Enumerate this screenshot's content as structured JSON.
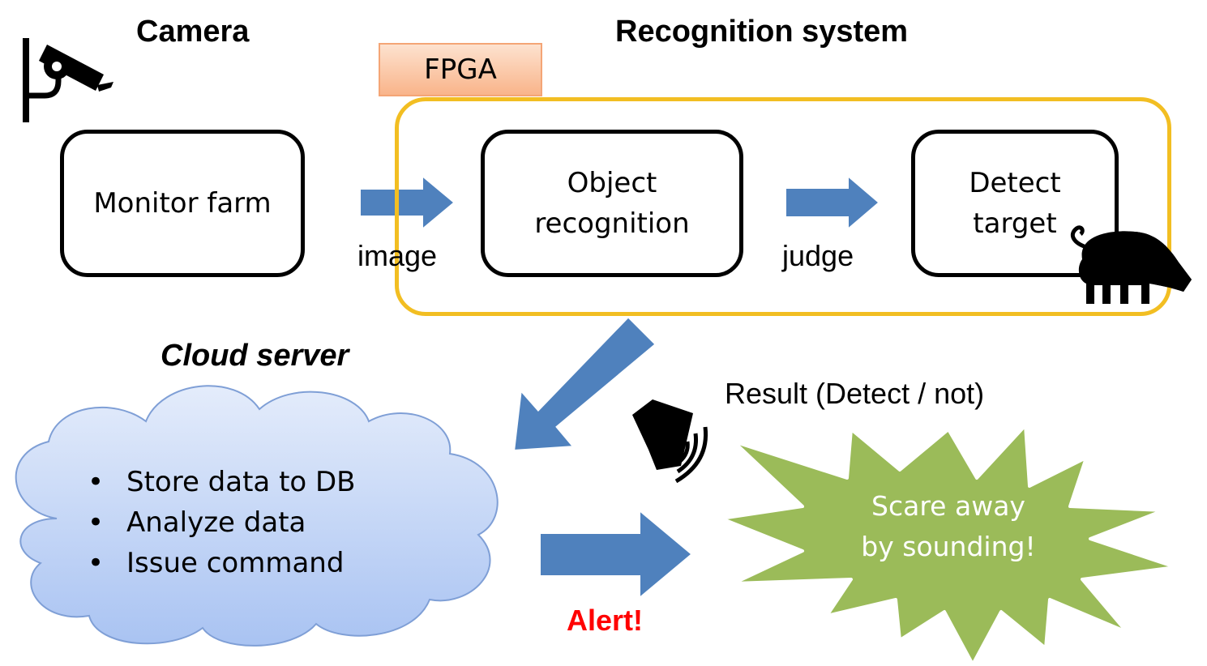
{
  "headings": {
    "camera": "Camera",
    "recognition_system": "Recognition system",
    "cloud_server": "Cloud server"
  },
  "fpga_label": "FPGA",
  "boxes": {
    "monitor_farm": "Monitor farm",
    "object_recognition_1": "Object",
    "object_recognition_2": "recognition",
    "detect_target_1": "Detect",
    "detect_target_2": "target"
  },
  "arrow_labels": {
    "image": "image",
    "judge": "judge",
    "alert": "Alert!"
  },
  "result_label": "Result (Detect / not)",
  "cloud_items": [
    "Store data to DB",
    "Analyze data",
    "Issue command"
  ],
  "star_text": {
    "line1": "Scare away",
    "line2": "by sounding!"
  },
  "colors": {
    "arrow_fill": "#4f81bd",
    "fpga_border": "#f2be22",
    "fpga_tag": "#f9b48a",
    "cloud_top": "#e4ecfb",
    "cloud_bottom": "#a9c3f2",
    "starburst": "#9bbb59",
    "alert_text": "#ff0000"
  },
  "icons": [
    "security-camera-icon",
    "boar-icon",
    "speaker-icon"
  ]
}
